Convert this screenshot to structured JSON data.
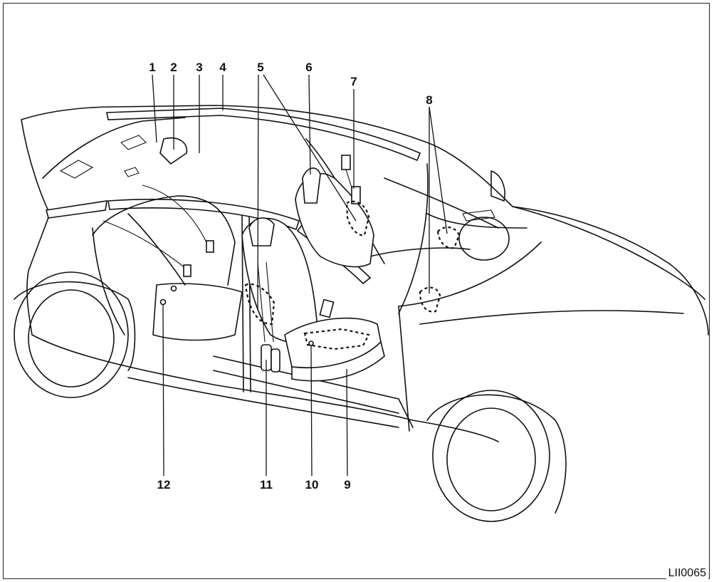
{
  "figure_code": "LII0065",
  "callouts": [
    {
      "id": "1",
      "label": "1"
    },
    {
      "id": "2",
      "label": "2"
    },
    {
      "id": "3",
      "label": "3"
    },
    {
      "id": "4",
      "label": "4"
    },
    {
      "id": "5",
      "label": "5"
    },
    {
      "id": "6",
      "label": "6"
    },
    {
      "id": "7",
      "label": "7"
    },
    {
      "id": "8",
      "label": "8"
    },
    {
      "id": "9",
      "label": "9"
    },
    {
      "id": "10",
      "label": "10"
    },
    {
      "id": "11",
      "label": "11"
    },
    {
      "id": "12",
      "label": "12"
    }
  ]
}
